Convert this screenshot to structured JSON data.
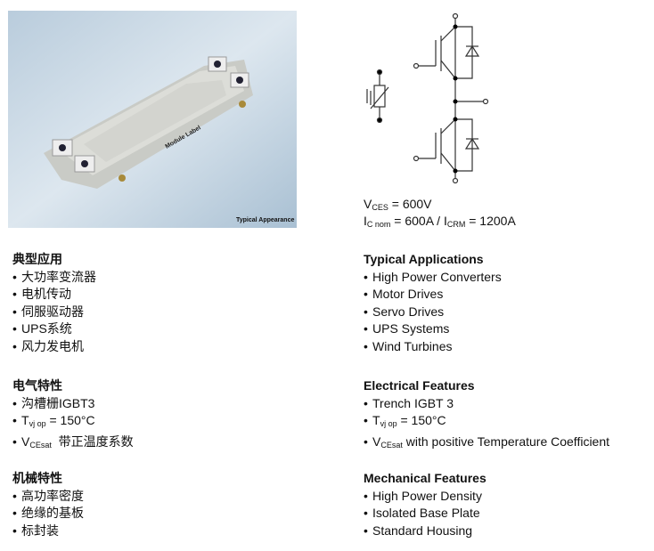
{
  "photo": {
    "caption": "Typical Appearance",
    "module_label": "Module Label"
  },
  "specs": {
    "vces": {
      "symbol": "V",
      "sub": "CES",
      "value": " = 600V"
    },
    "ic": {
      "symbol": "I",
      "sub": "C nom",
      "mid": " = 600A / I",
      "sub2": "CRM",
      "value": " = 1200A"
    }
  },
  "cn": {
    "applications": {
      "title": "典型应用",
      "items": [
        "大功率变流器",
        "电机传动",
        "伺服驱动器",
        "UPS系统",
        "风力发电机"
      ]
    },
    "electrical": {
      "title": "电气特性",
      "item0": "沟槽栅IGBT3",
      "t_sym": "T",
      "t_sub": "vj op",
      "t_val": " = 150°C",
      "v_sym": "V",
      "v_sub": "CEsat",
      "v_text": "  带正温度系数"
    },
    "mechanical": {
      "title": "机械特性",
      "items": [
        "高功率密度",
        "绝缘的基板",
        "标封装"
      ]
    }
  },
  "en": {
    "applications": {
      "title": "Typical Applications",
      "items": [
        "High Power Converters",
        "Motor Drives",
        "Servo Drives",
        "UPS Systems",
        "Wind Turbines"
      ]
    },
    "electrical": {
      "title": "Electrical Features",
      "item0": "Trench IGBT 3",
      "t_sym": "T",
      "t_sub": "vj op",
      "t_val": " = 150°C",
      "v_sym": "V",
      "v_sub": "CEsat",
      "v_text": " with positive Temperature Coefficient"
    },
    "mechanical": {
      "title": "Mechanical Features",
      "items": [
        "High Power Density",
        "Isolated Base Plate",
        "Standard Housing"
      ]
    }
  }
}
